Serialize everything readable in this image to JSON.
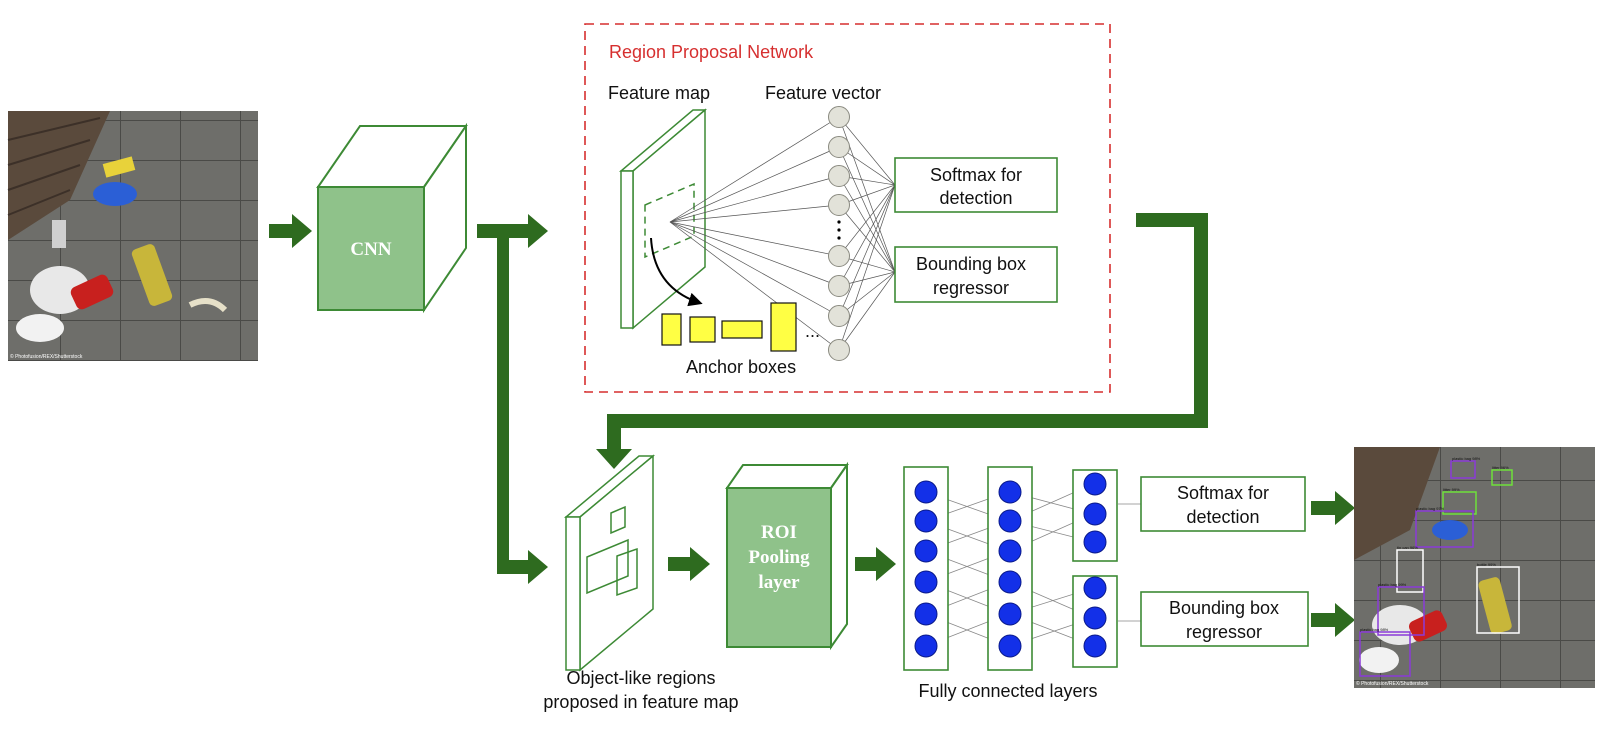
{
  "colors": {
    "green_dark": "#2e6b1f",
    "green_light": "#8fc28a",
    "green_box": "#3d8a35",
    "rpn_red": "#d62f2f",
    "anchor_yellow": "#ffff44",
    "neuron_blue": "#1330e8",
    "vector_gray": "#e2e2d9"
  },
  "cnn": {
    "label": "CNN"
  },
  "rpn": {
    "title": "Region Proposal Network",
    "feature_map_label": "Feature map",
    "feature_vector_label": "Feature vector",
    "softmax_line1": "Softmax for",
    "softmax_line2": "detection",
    "bbox_line1": "Bounding box",
    "bbox_line2": "regressor",
    "anchor_label": "Anchor boxes",
    "ellipsis": "..."
  },
  "roi": {
    "line1": "ROI",
    "line2": "Pooling",
    "line3": "layer"
  },
  "regions": {
    "line1": "Object-like regions",
    "line2": "proposed in feature map"
  },
  "fc": {
    "label": "Fully connected layers"
  },
  "heads": {
    "softmax_line1": "Softmax for",
    "softmax_line2": "detection",
    "bbox_line1": "Bounding box",
    "bbox_line2": "regressor"
  },
  "input_photo": {
    "credit": "© Photofusion/REX/Shutterstock"
  },
  "output_photo": {
    "credit": "© Photofusion/REX/Shutterstock",
    "detections": [
      "plastic bag 98%",
      "litter 96%",
      "litter 99%",
      "plastic bag 97%",
      "tin can 96%",
      "bottle 99%",
      "plastic bag 99%",
      "plastic bag 98%"
    ]
  }
}
